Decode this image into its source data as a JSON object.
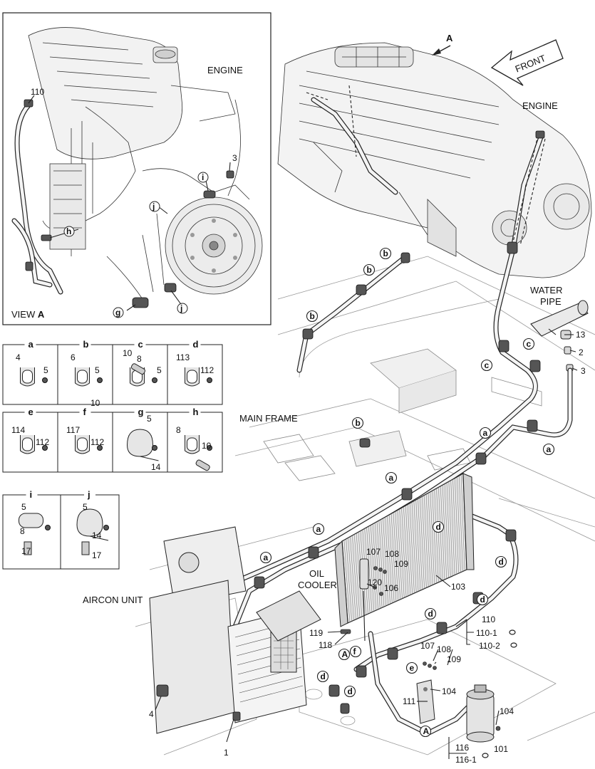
{
  "view_a": {
    "title_prefix": "VIEW",
    "title_letter": "A",
    "engine_label": "ENGINE",
    "callouts": {
      "c110": "110",
      "c3": "3",
      "i": "i",
      "j1": "j",
      "j2": "j",
      "h": "h",
      "g": "g"
    }
  },
  "main": {
    "engine_label": "ENGINE",
    "front_label": "FRONT",
    "arrow_a": "A",
    "water_pipe_line1": "WATER",
    "water_pipe_line2": "PIPE",
    "main_frame": "MAIN FRAME",
    "oil_cooler_line1": "OIL",
    "oil_cooler_line2": "COOLER",
    "aircon_unit": "AIRCON UNIT"
  },
  "clamp_details": [
    {
      "letter": "a",
      "parts": [
        "4",
        "5"
      ]
    },
    {
      "letter": "b",
      "parts": [
        "6",
        "5",
        "10"
      ]
    },
    {
      "letter": "c",
      "parts": [
        "10",
        "8",
        "5"
      ]
    },
    {
      "letter": "d",
      "parts": [
        "113",
        "112"
      ]
    },
    {
      "letter": "e",
      "parts": [
        "114",
        "112"
      ]
    },
    {
      "letter": "f",
      "parts": [
        "117",
        "112"
      ]
    },
    {
      "letter": "g",
      "parts": [
        "5",
        "14"
      ]
    },
    {
      "letter": "h",
      "parts": [
        "8",
        "10"
      ]
    },
    {
      "letter": "i",
      "parts": [
        "5",
        "8",
        "17"
      ]
    },
    {
      "letter": "j",
      "parts": [
        "5",
        "14",
        "17"
      ]
    }
  ],
  "part_numbers": {
    "p13": "13",
    "p2": "2",
    "p3": "3",
    "p107a": "107",
    "p108a": "108",
    "p109a": "109",
    "p120": "120",
    "p106": "106",
    "p103": "103",
    "p110": "110",
    "p110_1": "110-1",
    "p110_2": "110-2",
    "p107b": "107",
    "p108b": "108",
    "p109b": "109",
    "p119": "119",
    "p118": "118",
    "p111": "111",
    "p104a": "104",
    "p104b": "104",
    "p101": "101",
    "p116": "116",
    "p116_1": "116-1",
    "p4": "4",
    "p1": "1"
  },
  "circle_callouts": {
    "b1": "b",
    "b2": "b",
    "b3": "b",
    "b4": "b",
    "c1": "c",
    "c2": "c",
    "a1": "a",
    "a2": "a",
    "a3": "a",
    "a4": "a",
    "a5": "a",
    "d1": "d",
    "d2": "d",
    "d3": "d",
    "d4": "d",
    "d5": "d",
    "d6": "d",
    "e1": "e",
    "f1": "f",
    "A1": "A",
    "A2": "A"
  }
}
